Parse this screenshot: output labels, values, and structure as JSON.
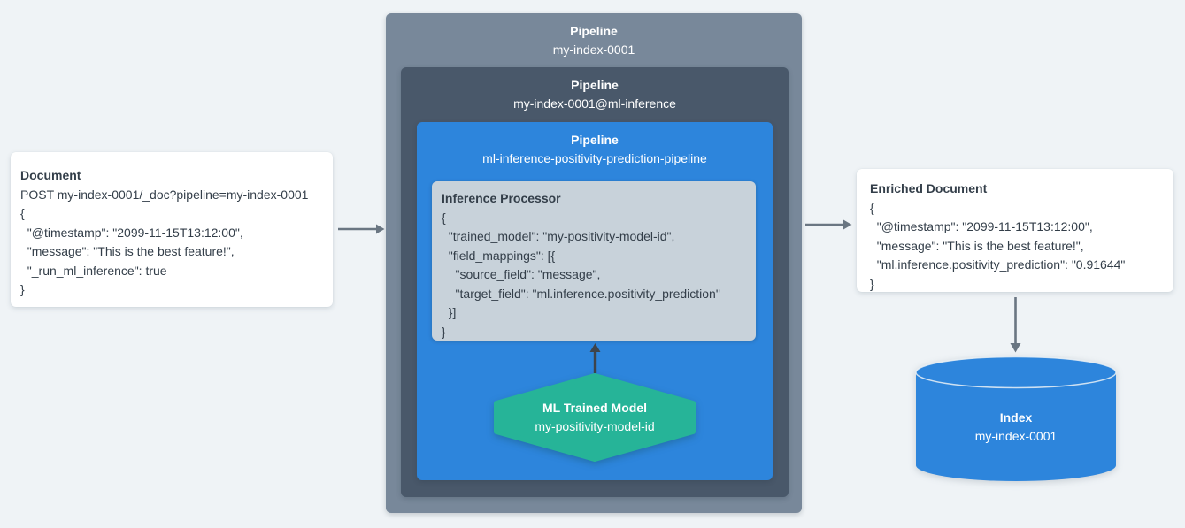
{
  "colors": {
    "background": "#eff3f6",
    "pipeline_outer": "#78889a",
    "pipeline_inner": "#49586a",
    "pipeline_blue": "#2d85dc",
    "processor_bg": "#c8d2da",
    "model_teal": "#26b498",
    "index_blue": "#2d85dc",
    "card_bg": "#ffffff",
    "text_dark": "#333e49",
    "text_light": "#ffffff",
    "arrow_gray": "#6a7682",
    "arrow_dark": "#3e444b"
  },
  "document_card": {
    "title": "Document",
    "lines": [
      "POST my-index-0001/_doc?pipeline=my-index-0001",
      "{",
      "  \"@timestamp\": \"2099-11-15T13:12:00\",",
      "  \"message\": \"This is the best feature!\",",
      "  \"_run_ml_inference\": true",
      "}"
    ]
  },
  "pipelines": {
    "outer": {
      "label": "Pipeline",
      "name": "my-index-0001"
    },
    "ml_inference": {
      "label": "Pipeline",
      "name": "my-index-0001@ml-inference"
    },
    "inference_pipeline": {
      "label": "Pipeline",
      "name": "ml-inference-positivity-prediction-pipeline"
    }
  },
  "processor": {
    "title": "Inference Processor",
    "lines": [
      "{",
      "  \"trained_model\": \"my-positivity-model-id\",",
      "  \"field_mappings\": [{",
      "    \"source_field\": \"message\",",
      "    \"target_field\": \"ml.inference.positivity_prediction\"",
      "  }]",
      "}"
    ]
  },
  "model": {
    "title": "ML Trained Model",
    "name": "my-positivity-model-id"
  },
  "enriched_card": {
    "title": "Enriched Document",
    "lines": [
      "{",
      "  \"@timestamp\": \"2099-11-15T13:12:00\",",
      "  \"message\": \"This is the best feature!\",",
      "  \"ml.inference.positivity_prediction\": \"0.91644\"",
      "}"
    ]
  },
  "index": {
    "title": "Index",
    "name": "my-index-0001"
  }
}
